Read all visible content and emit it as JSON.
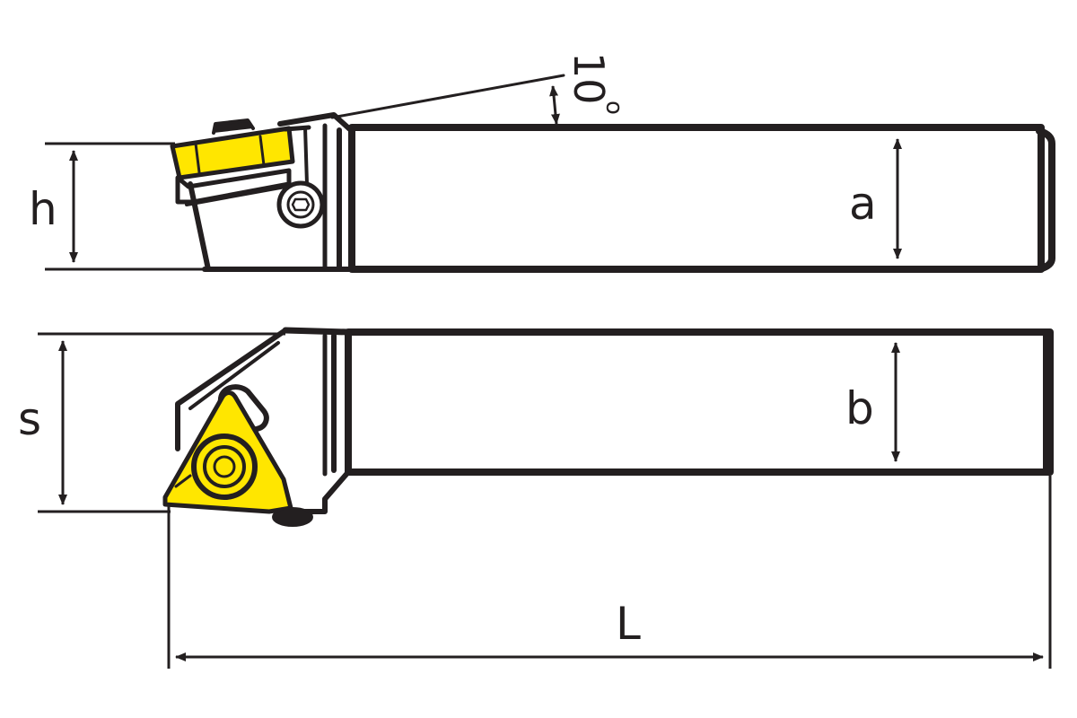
{
  "diagram": {
    "labels": {
      "h": "h",
      "a": "a",
      "s": "s",
      "b": "b",
      "L": "L",
      "angle": "10",
      "degree": "o"
    },
    "colors": {
      "line": "#231f20",
      "insert": "#ffe600",
      "background": "#ffffff"
    },
    "icons": {
      "side_view": "toolholder-side-view",
      "top_view": "toolholder-top-view",
      "clamp": "clamp-icon",
      "screw": "screw-icon",
      "insert": "threading-insert-icon"
    }
  }
}
